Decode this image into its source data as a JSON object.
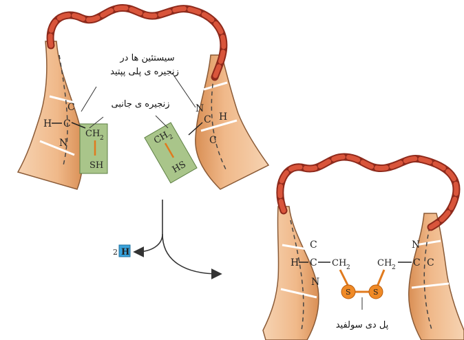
{
  "labels": {
    "cysteines_line1": "سیستئین ها در",
    "cysteines_line2": "زنجیره ی پلی پپتید",
    "side_chain": "زنجیره ی جانبی",
    "disulfide_bridge": "پل دی سولفید"
  },
  "chem": {
    "H": "H",
    "C": "C",
    "N": "N",
    "CH2": "CH",
    "sub2": "2",
    "SH": "SH",
    "HS": "HS",
    "S": "S",
    "coeff2": "2"
  },
  "colors": {
    "ribbon": "#c8442e",
    "ribbon_dark": "#8e2a1c",
    "strand": "#f2c39a",
    "strand_dark": "#c98650",
    "sidechain_box": "#a9c58a",
    "sulfur": "#f08a26",
    "hydrogen_box": "#3aa3dc"
  }
}
